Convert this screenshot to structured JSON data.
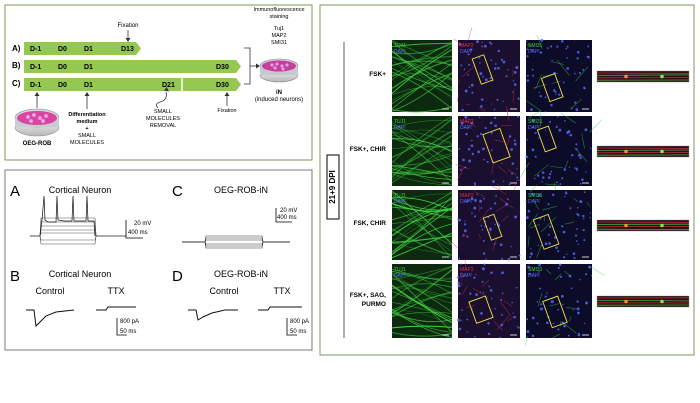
{
  "timeline": {
    "rows": [
      {
        "label": "A)",
        "days": [
          "D-1",
          "D0",
          "D1",
          "D13"
        ]
      },
      {
        "label": "B)",
        "days": [
          "D-1",
          "D0",
          "D1",
          "D30"
        ]
      },
      {
        "label": "C)",
        "days": [
          "D-1",
          "D0",
          "D1",
          "D21",
          "D30"
        ]
      }
    ],
    "fixation_top": "Fixation",
    "fixation_bottom": "Fixation",
    "staining": [
      "Immunofluorescence",
      "staining",
      "Tuj1",
      "MAP2",
      "SMI31"
    ],
    "neurons_label": [
      "iN",
      "(induced neurons)"
    ],
    "dish_label": "OEG-ROB",
    "differentiation": [
      "Differentiation",
      "medium",
      "+",
      "SMALL",
      "MOLECULES"
    ],
    "removal": [
      "SMALL",
      "MOLECULES",
      "REMOVAL"
    ]
  },
  "ephys": {
    "panel_a_letter": "A",
    "panel_a_title": "Cortical Neuron",
    "panel_a_scale": [
      "20 mV",
      "400 ms"
    ],
    "panel_c_letter": "C",
    "panel_c_title": "OEG-ROB-iN",
    "panel_c_scale": [
      "20 mV",
      "400 ms"
    ],
    "panel_b_letter": "B",
    "panel_b_title": "Cortical Neuron",
    "panel_b_control": "Control",
    "panel_b_ttx": "TTX",
    "panel_b_scale": [
      "800 pA",
      "50 ms"
    ],
    "panel_d_letter": "D",
    "panel_d_title": "OEG-ROB-iN",
    "panel_d_control": "Control",
    "panel_d_ttx": "TTX",
    "panel_d_scale": [
      "800 pA",
      "50 ms"
    ]
  },
  "micro": {
    "dpi_label": "21+9 DPI",
    "conditions": [
      [
        "FSK+"
      ],
      [
        "FSK+, CHIR"
      ],
      [
        "FSK, CHIR"
      ],
      [
        "FSK+, SAG,",
        "PURMO"
      ]
    ],
    "stains": [
      {
        "marker": "TUJ1",
        "dapi": "DAPI"
      },
      {
        "marker": "MAP2",
        "dapi": "DAPI"
      },
      {
        "marker": "SMI31",
        "dapi": "DAPI"
      }
    ],
    "colors": {
      "tuj1": "#3fd23f",
      "map2": "#e0304f",
      "smi31": "#3fd23f",
      "dapi": "#5a6cff",
      "box": "#f2e24a"
    }
  }
}
